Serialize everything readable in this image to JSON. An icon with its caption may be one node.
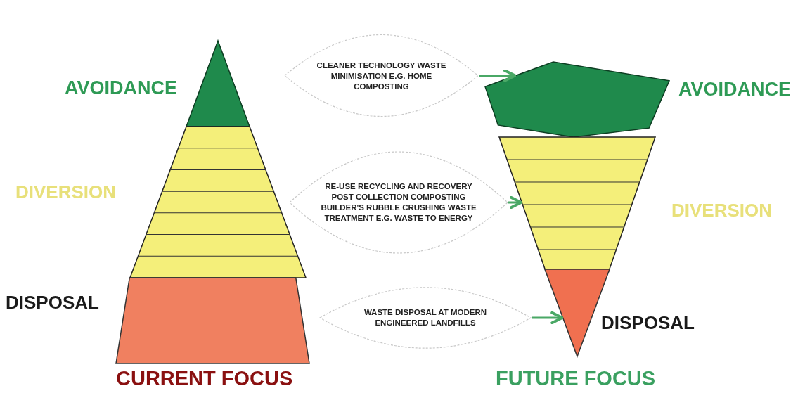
{
  "diagram": {
    "nodes": [
      {
        "text": [],
        "shape": "triangle",
        "beside": [
          "AVOIDANCE"
        ]
      },
      {
        "text": [],
        "shape": "trapezoid",
        "beside": [
          "DIVERSION"
        ]
      },
      {
        "text": [],
        "shape": "trapezoid",
        "beside": [
          "DISPOSAL"
        ]
      },
      {
        "text": [
          "CLEANER TECHNOLOGY WASTE MINIMISATION E.G. HOME COMPOSTING"
        ]
      },
      {
        "text": [
          "RE-USE RECYCLING AND RECOVERY POST COLLECTION COMPOSTING BUILDER'S RUBBLE CRUSHING WASTE TREATMENT E.G. WASTE TO ENERGY"
        ]
      },
      {
        "text": [
          "WASTE DISPOSAL AT MODERN ENGINEERED LANDFILLS"
        ]
      },
      {
        "text": [],
        "shape": "pentagon",
        "beside": [
          "AVOIDANCE"
        ]
      },
      {
        "text": [],
        "shape": "trapezoid",
        "beside": [
          "DIVERSION"
        ]
      },
      {
        "text": [],
        "shape": "triangle",
        "beside": [
          "DISPOSAL"
        ]
      }
    ],
    "edges": [
      {
        "from": 3,
        "to": 6,
        "arrow": "to"
      },
      {
        "from": 4,
        "to": 7,
        "arrow": "to"
      },
      {
        "from": 5,
        "to": 8,
        "arrow": "to"
      }
    ],
    "labels": [
      "CURRENT FOCUS",
      "FUTURE FOCUS"
    ]
  }
}
